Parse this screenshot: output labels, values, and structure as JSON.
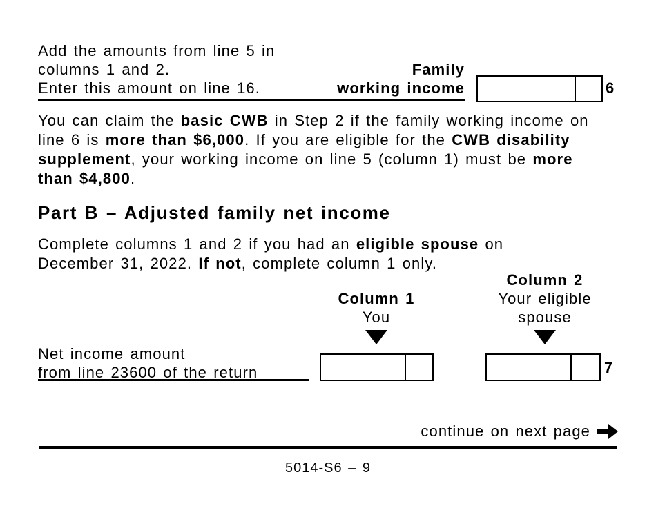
{
  "colors": {
    "ink": "#000000",
    "background": "#ffffff"
  },
  "row6": {
    "instruction_lines": [
      "Add the amounts from line 5 in",
      "columns 1 and 2.",
      "Enter this amount on line 16."
    ],
    "label_lines": [
      "Family",
      "working income"
    ],
    "field_value": "",
    "line_number": "6"
  },
  "paragraph1_lines": [
    [
      {
        "t": "You can claim the ",
        "b": 0
      },
      {
        "t": "basic CWB",
        "b": 1
      },
      {
        "t": " in Step 2 if the family working income on",
        "b": 0
      }
    ],
    [
      {
        "t": "line 6 is ",
        "b": 0
      },
      {
        "t": "more than $6,000",
        "b": 1
      },
      {
        "t": ". If you are eligible for the ",
        "b": 0
      },
      {
        "t": "CWB disability",
        "b": 1
      }
    ],
    [
      {
        "t": "supplement",
        "b": 1
      },
      {
        "t": ", your working income on line 5 (column 1) must be ",
        "b": 0
      },
      {
        "t": "more",
        "b": 1
      }
    ],
    [
      {
        "t": "than $4,800",
        "b": 1
      },
      {
        "t": ".",
        "b": 0
      }
    ]
  ],
  "part_b": {
    "heading": "Part B – Adjusted family net income",
    "intro_lines": [
      [
        {
          "t": "Complete columns 1 and 2 if you had an ",
          "b": 0
        },
        {
          "t": "eligible spouse",
          "b": 1
        },
        {
          "t": " on",
          "b": 0
        }
      ],
      [
        {
          "t": "December 31, 2022. ",
          "b": 0
        },
        {
          "t": "If not",
          "b": 1
        },
        {
          "t": ", complete column 1 only.",
          "b": 0
        }
      ]
    ]
  },
  "columns": {
    "col1": {
      "title": "Column 1",
      "subtitle_lines": [
        "You"
      ]
    },
    "col2": {
      "title": "Column 2",
      "subtitle_lines": [
        "Your eligible",
        "spouse"
      ]
    }
  },
  "row7": {
    "label_lines": [
      "Net income amount",
      "from line 23600 of the return"
    ],
    "field_value_col1": "",
    "field_value_col2": "",
    "line_number": "7"
  },
  "footer": {
    "continue_text": "continue on next page",
    "arrow_icon": "right-arrow",
    "page_id": "5014-S6 – 9"
  }
}
